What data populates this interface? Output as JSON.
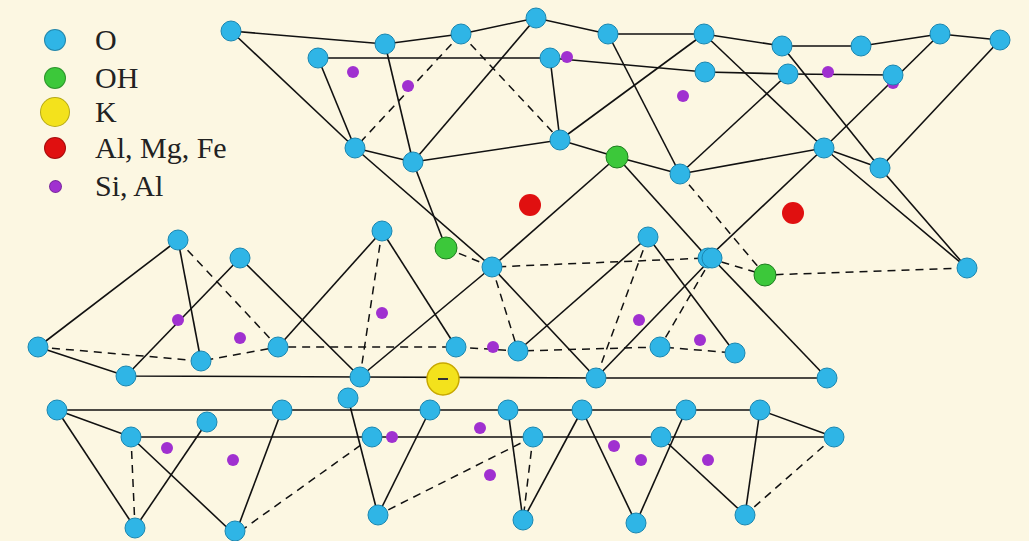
{
  "diagram": {
    "legend": [
      {
        "text": "O",
        "color": "#2fb5e6"
      },
      {
        "text": "OH",
        "color": "#3cc83a"
      },
      {
        "text": "K",
        "color": "#f3e21c"
      },
      {
        "text": "Al, Mg, Fe",
        "color": "#e01010"
      },
      {
        "text": "Si, Al",
        "color": "#a030d0"
      }
    ]
  }
}
